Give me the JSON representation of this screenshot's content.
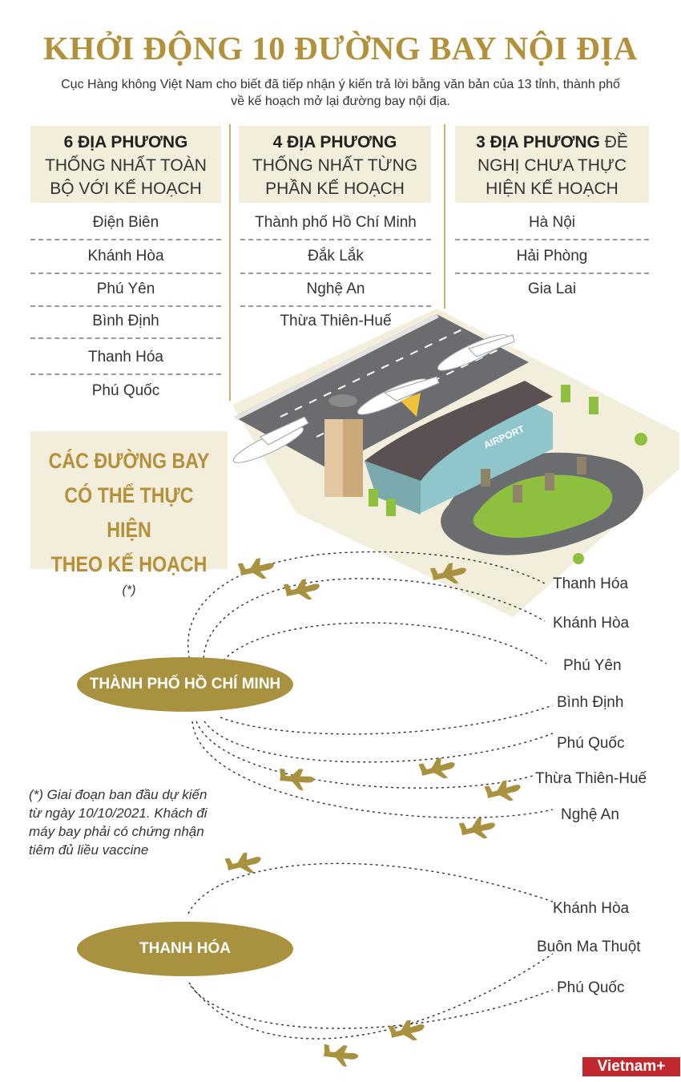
{
  "title": "KHỞI ĐỘNG 10 ĐƯỜNG BAY NỘI ĐỊA",
  "intro": "Cục Hàng không Việt Nam cho biết đã tiếp nhận ý kiến trả lời bằng văn bản của 13 tỉnh, thành phố về kế hoạch mở lại đường bay nội địa.",
  "columns": [
    {
      "bold": "6 ĐỊA PHƯƠNG",
      "rest": "THỐNG NHẤT TOÀN BỘ VỚI KẾ HOẠCH",
      "items": [
        "Điện Biên",
        "Khánh Hòa",
        "Phú Yên",
        "Bình Định",
        "Thanh Hóa",
        "Phú Quốc"
      ]
    },
    {
      "bold": "4 ĐỊA PHƯƠNG",
      "rest": "THỐNG NHẤT TỪNG PHẦN KẾ HOẠCH",
      "items": [
        "Thành phố Hồ Chí Minh",
        "Đắk Lắk",
        "Nghệ An",
        "Thừa Thiên-Huế"
      ]
    },
    {
      "bold": "3 ĐỊA PHƯƠNG",
      "rest": " ĐỀ NGHỊ CHƯA THỰC HIỆN KẾ HOẠCH",
      "items": [
        "Hà Nội",
        "Hải Phòng",
        "Gia Lai"
      ]
    }
  ],
  "routes_box": {
    "line1": "CÁC ĐƯỜNG BAY",
    "line2": "CÓ THỂ THỰC HIỆN",
    "line3": "THEO KẾ HOẠCH",
    "mark": "(*)"
  },
  "airport_sign": "AIRPORT",
  "hubs": [
    {
      "name": "THÀNH PHỐ HỒ CHÍ MINH",
      "destinations": [
        "Thanh Hóa",
        "Khánh Hòa",
        "Phú Yên",
        "Bình Định",
        "Phú Quốc",
        "Thừa Thiên-Huế",
        "Nghệ An"
      ]
    },
    {
      "name": "THANH HÓA",
      "destinations": [
        "Khánh Hòa",
        "Buôn Ma Thuột",
        "Phú Quốc"
      ]
    }
  ],
  "note": "(*) Giai đoạn ban đầu dự kiến từ ngày 10/10/2021. Khách đi máy bay phải có chứng nhận tiêm đủ liều vaccine",
  "logo": "Vietnam+",
  "colors": {
    "gold": "#b3903a",
    "hub": "#a8913f",
    "panel": "#f3eddc",
    "grass": "#8fbf3f",
    "logo_red": "#c0282d"
  }
}
